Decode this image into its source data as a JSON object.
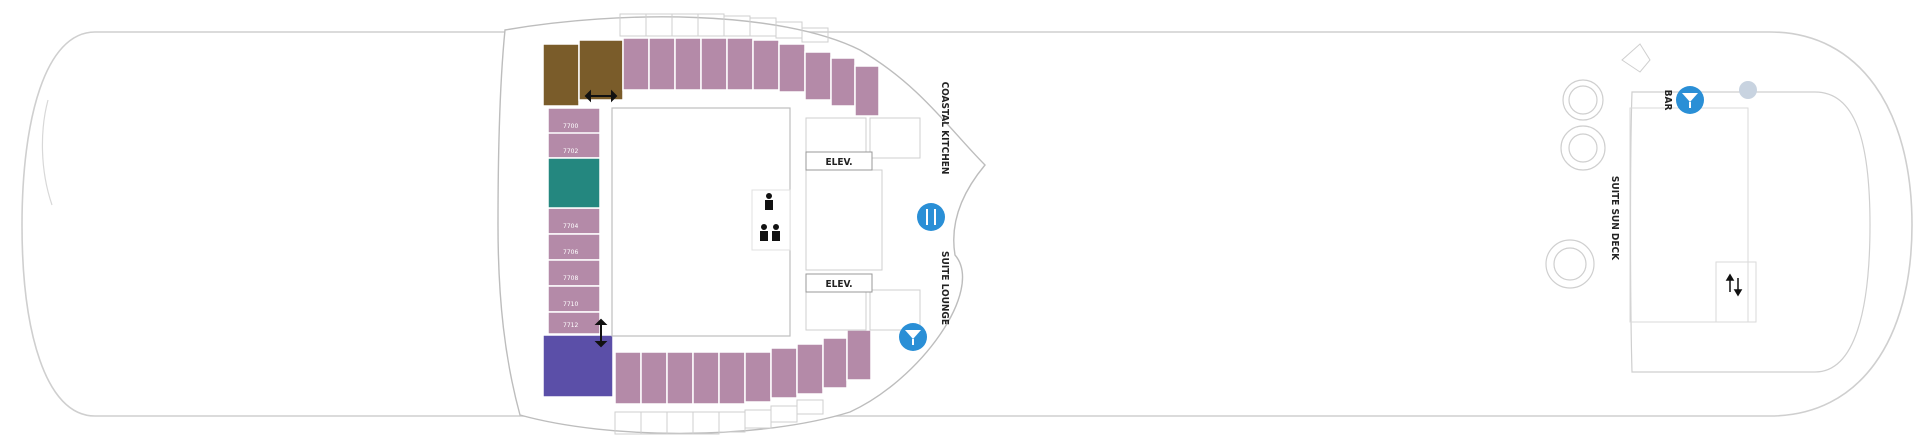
{
  "labels": {
    "coastal_kitchen": "COASTAL KITCHEN",
    "suite_lounge": "SUITE LOUNGE",
    "elev_top": "ELEV.",
    "elev_bottom": "ELEV.",
    "bar": "BAR",
    "suite_sun_deck": "SUITE SUN DECK"
  },
  "colors": {
    "standard_suite": "#b48aa8",
    "owners_suite": "#7a5c2a",
    "royal_suite": "#5b4fa8",
    "accessible_suite": "#24877f",
    "amenity_icon": "#2a8fd6",
    "hull_line": "#cfcfcf"
  },
  "icons": {
    "bar": "cocktail-glass-icon",
    "suite_lounge": "cocktail-glass-icon",
    "coastal_kitchen": "restaurant-icon",
    "restrooms": "restroom-icon",
    "stairs": "stairs-arrow-icon"
  }
}
